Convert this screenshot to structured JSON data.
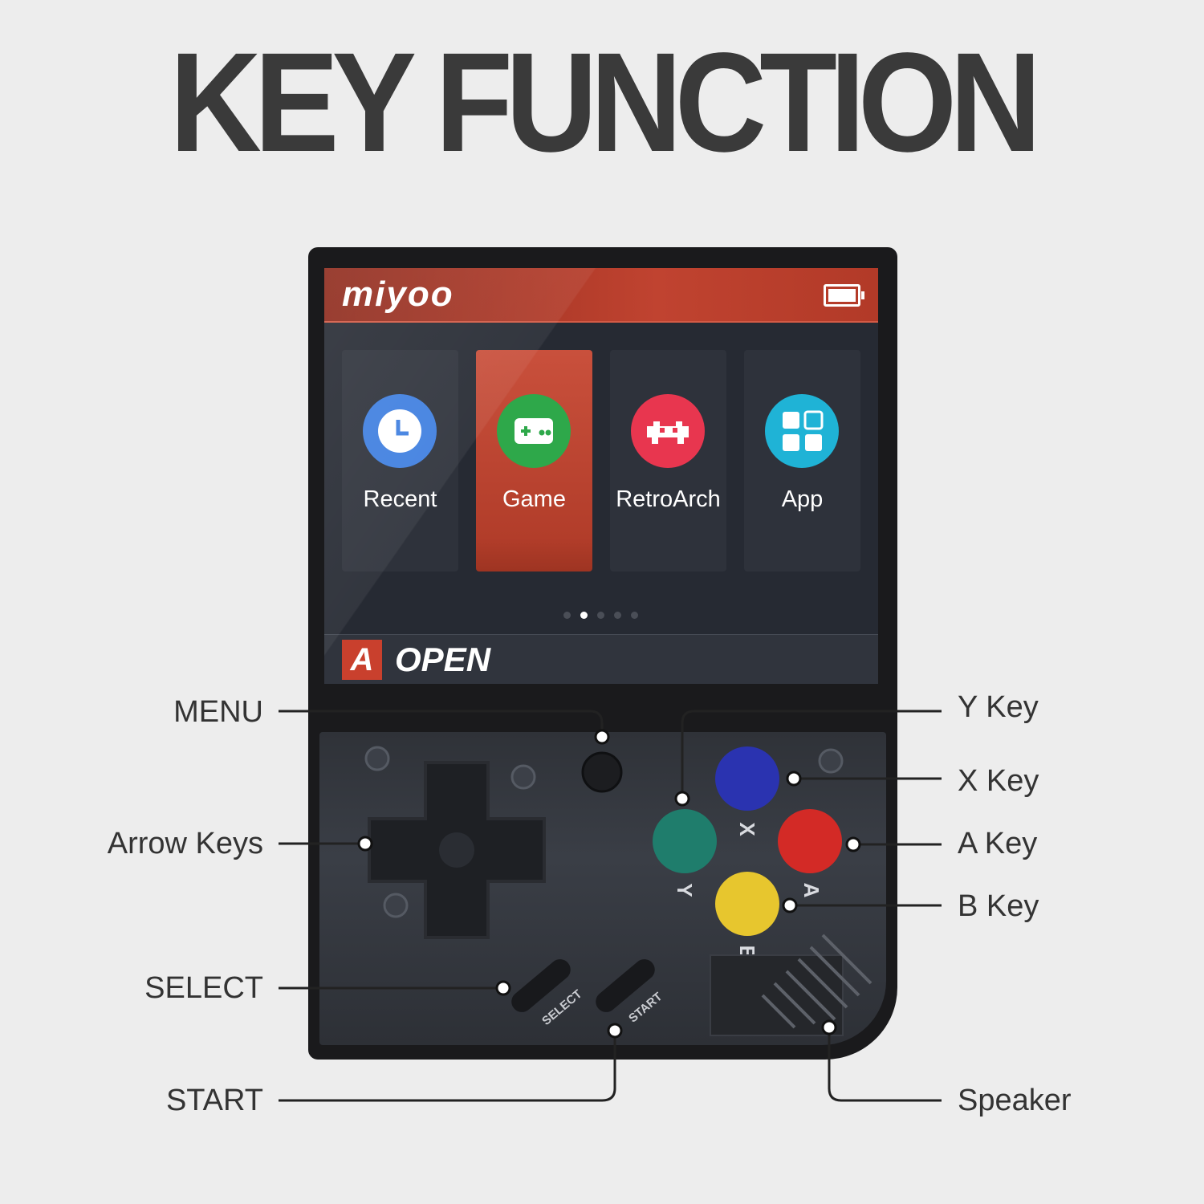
{
  "title": "KEY FUNCTION",
  "screen": {
    "brand": "miyoo",
    "tiles": [
      {
        "label": "Recent",
        "icon": "clock-icon",
        "color": "#3f7fe0"
      },
      {
        "label": "Game",
        "icon": "gamepad-icon",
        "color": "#2ea84a"
      },
      {
        "label": "RetroArch",
        "icon": "space-invader-icon",
        "color": "#e8364f"
      },
      {
        "label": "App",
        "icon": "app-grid-icon",
        "color": "#1fb3d6"
      }
    ],
    "hint_key": "A",
    "hint_action": "OPEN"
  },
  "device": {
    "button_letters": {
      "x": "X",
      "y": "Y",
      "a": "A",
      "b": "B"
    },
    "select_label": "SELECT",
    "start_label": "START"
  },
  "callouts": {
    "menu": "MENU",
    "arrow_keys": "Arrow Keys",
    "select": "SELECT",
    "start": "START",
    "y_key": "Y Key",
    "x_key": "X Key",
    "a_key": "A Key",
    "b_key": "B Key",
    "speaker": "Speaker"
  },
  "colors": {
    "x_button": "#2a33b0",
    "y_button": "#1f7d6c",
    "a_button": "#d32a26",
    "b_button": "#e7c62e"
  }
}
